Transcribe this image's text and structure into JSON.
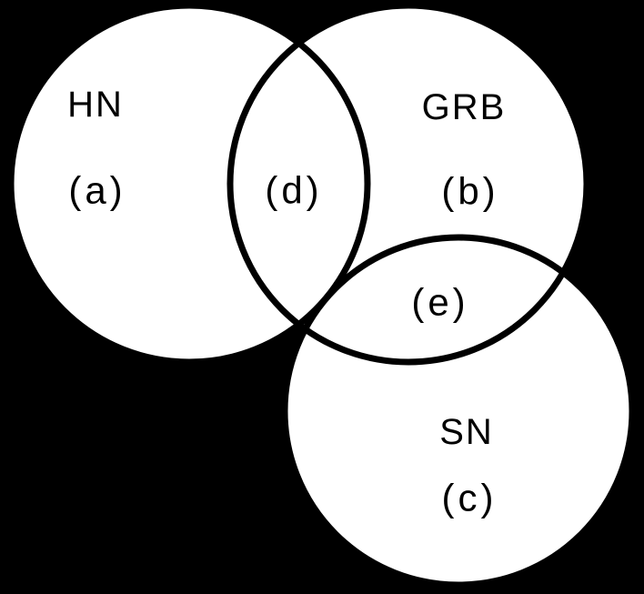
{
  "diagram": {
    "type": "venn-diagram",
    "background_color": "#000000",
    "circle_fill": "#ffffff",
    "stroke_color": "#000000",
    "text_color": "#000000",
    "sets": [
      {
        "id": "HN",
        "label": "HN",
        "region_label": "(a)"
      },
      {
        "id": "GRB",
        "label": "GRB",
        "region_label": "(b)"
      },
      {
        "id": "SN",
        "label": "SN",
        "region_label": "(c)"
      }
    ],
    "intersections": [
      {
        "sets": "HN∩GRB",
        "label": "(d)"
      },
      {
        "sets": "GRB∩SN",
        "label": "(e)"
      }
    ]
  }
}
